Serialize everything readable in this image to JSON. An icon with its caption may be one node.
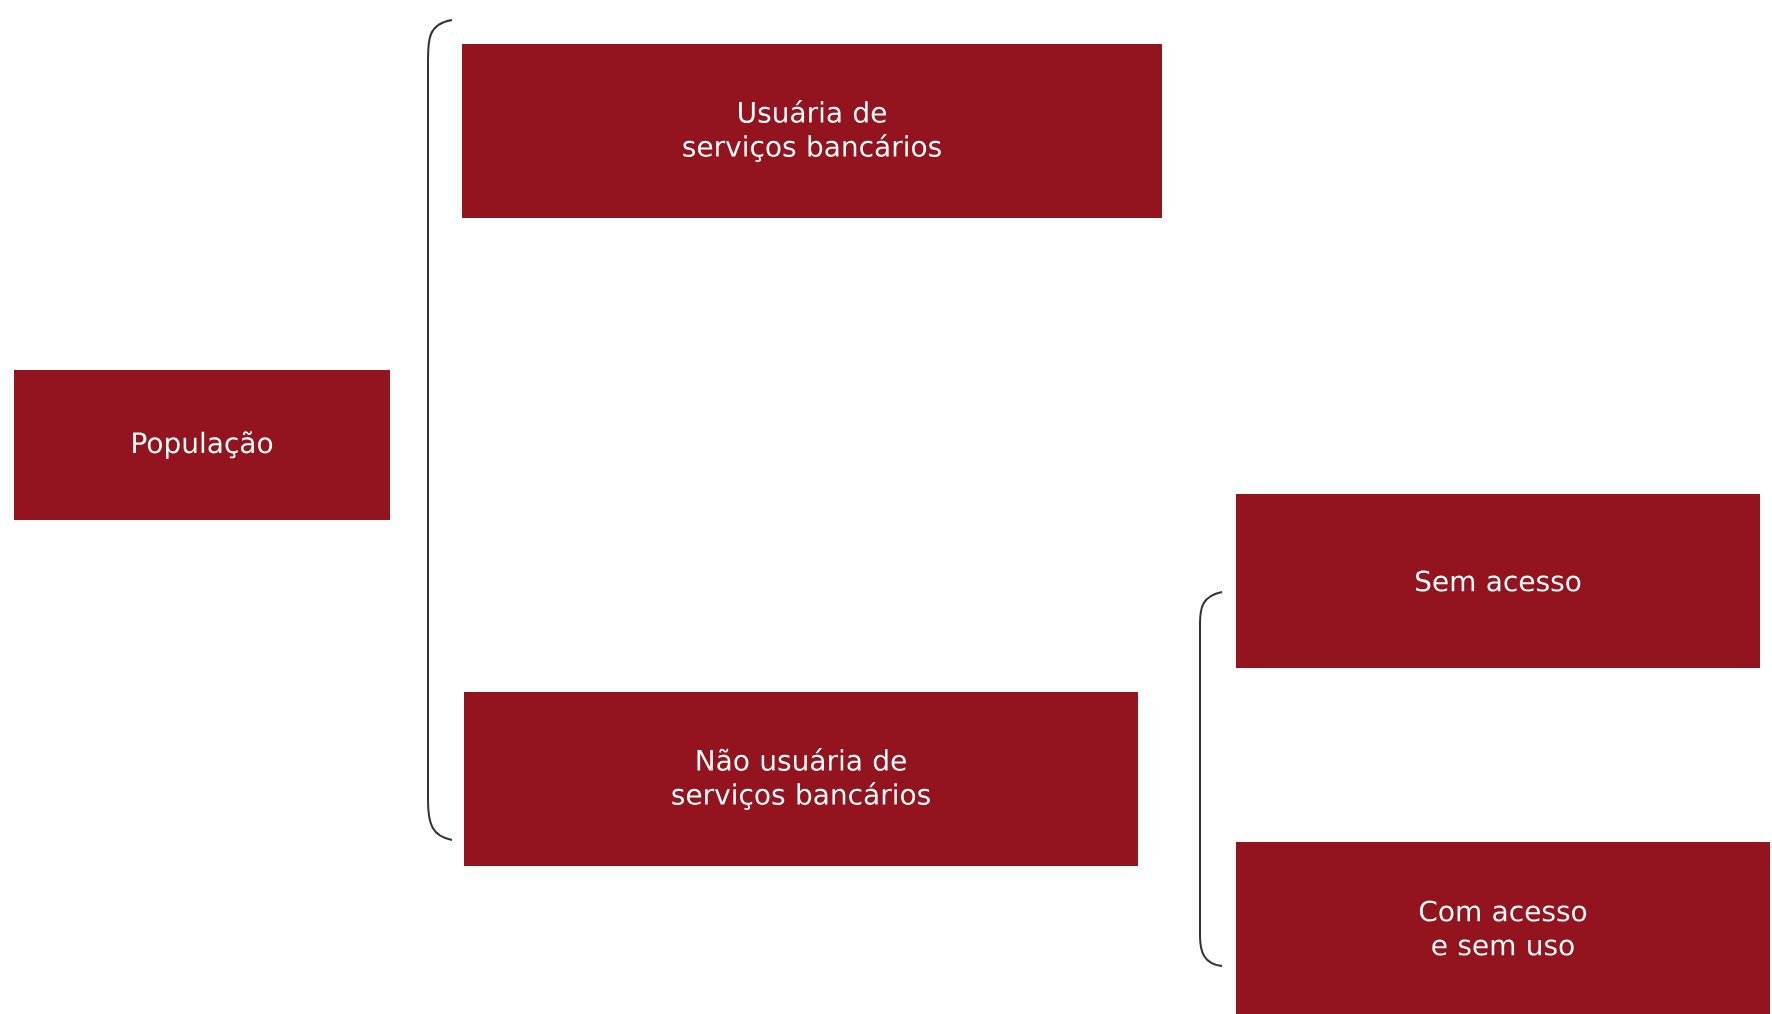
{
  "diagram": {
    "nodes": [
      {
        "text": [
          "População"
        ]
      },
      {
        "text": [
          "Usuária de serviços bancários"
        ]
      },
      {
        "text": [
          "Não usuária de serviços bancários"
        ]
      },
      {
        "text": [
          "Sem acesso"
        ]
      },
      {
        "text": [
          "Com acesso e sem uso"
        ]
      }
    ]
  }
}
